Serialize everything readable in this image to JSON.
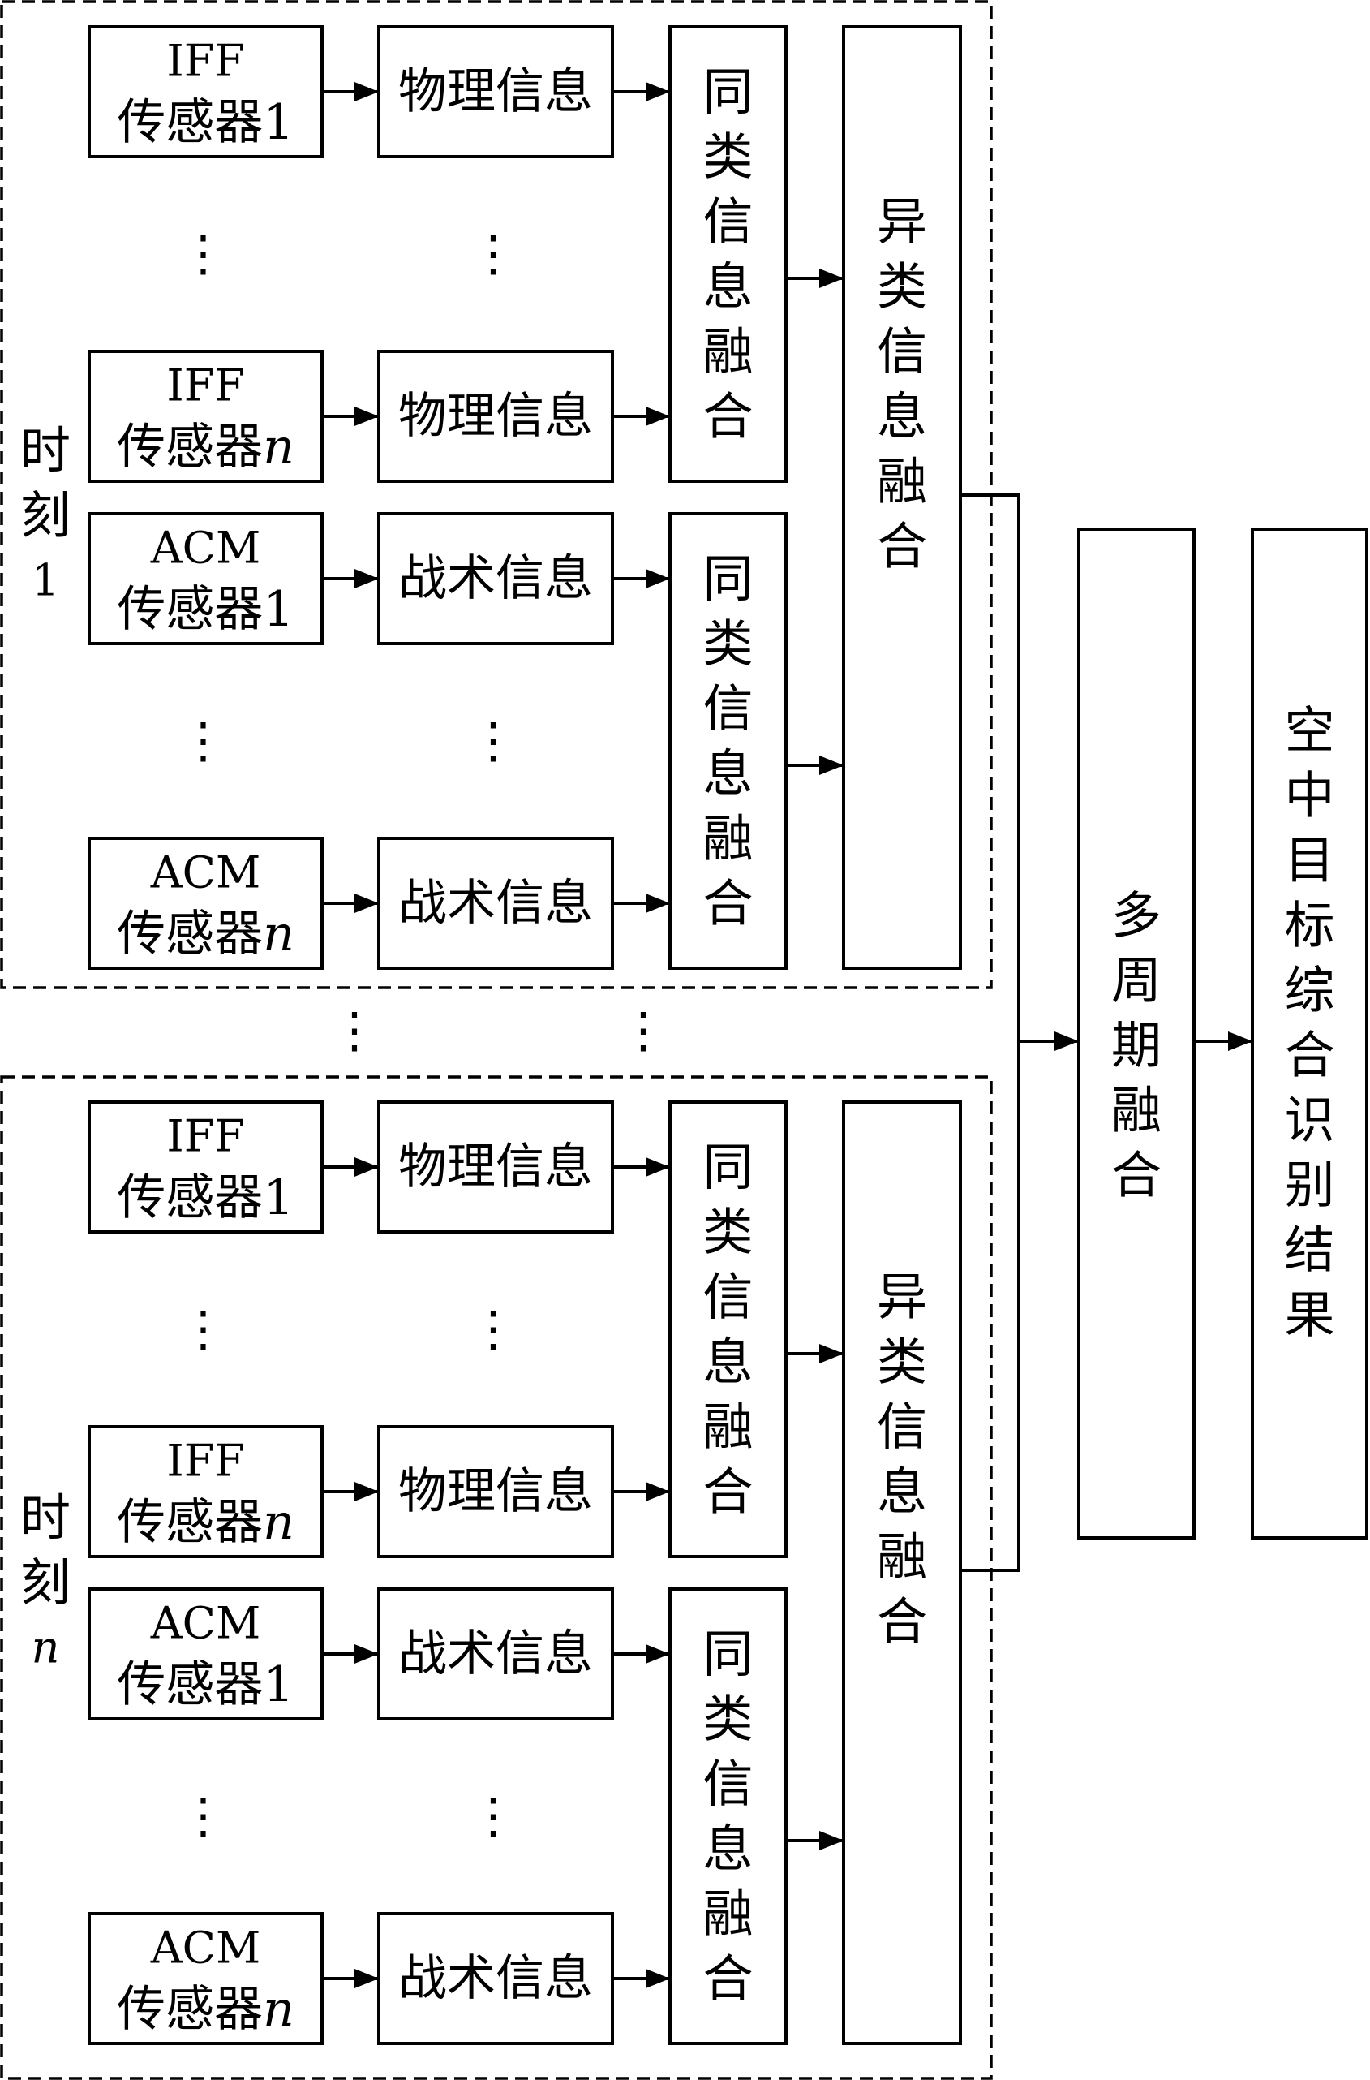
{
  "moments": [
    {
      "label_chars": [
        "时",
        "刻"
      ],
      "label_index": "1",
      "label_index_italic": false,
      "sensors": [
        {
          "name": "IFF",
          "type": "传感器",
          "index": "1",
          "index_italic": false,
          "info": "物理信息"
        },
        {
          "name": "IFF",
          "type": "传感器",
          "index": "n",
          "index_italic": true,
          "info": "物理信息"
        },
        {
          "name": "ACM",
          "type": "传感器",
          "index": "1",
          "index_italic": false,
          "info": "战术信息"
        },
        {
          "name": "ACM",
          "type": "传感器",
          "index": "n",
          "index_italic": true,
          "info": "战术信息"
        }
      ],
      "same_fusion": [
        "同类信息融合",
        "同类信息融合"
      ],
      "hetero_fusion": "异类信息融合"
    },
    {
      "label_chars": [
        "时",
        "刻"
      ],
      "label_index": "n",
      "label_index_italic": true,
      "sensors": [
        {
          "name": "IFF",
          "type": "传感器",
          "index": "1",
          "index_italic": false,
          "info": "物理信息"
        },
        {
          "name": "IFF",
          "type": "传感器",
          "index": "n",
          "index_italic": true,
          "info": "物理信息"
        },
        {
          "name": "ACM",
          "type": "传感器",
          "index": "1",
          "index_italic": false,
          "info": "战术信息"
        },
        {
          "name": "ACM",
          "type": "传感器",
          "index": "n",
          "index_italic": true,
          "info": "战术信息"
        }
      ],
      "same_fusion": [
        "同类信息融合",
        "同类信息融合"
      ],
      "hetero_fusion": "异类信息融合"
    }
  ],
  "ellipsis": "⋮",
  "multi_period_fusion": "多周期融合",
  "result": "空中目标综合识别结果",
  "colors": {
    "stroke": "#000000",
    "background": "#ffffff"
  }
}
